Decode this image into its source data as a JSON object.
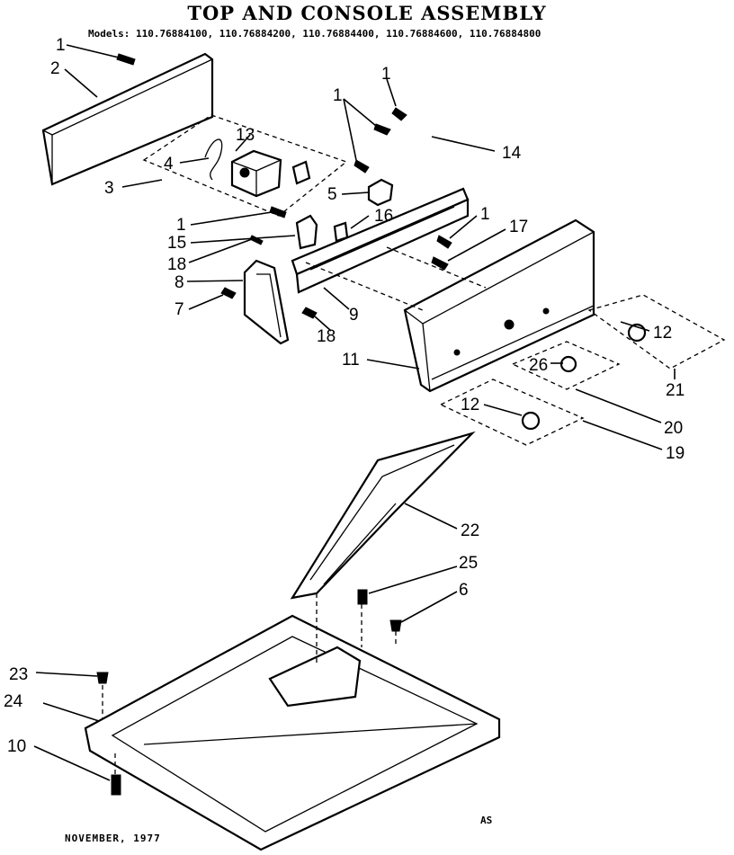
{
  "header": {
    "title": "TOP AND CONSOLE ASSEMBLY",
    "models": "Models: 110.76884100, 110.76884200, 110.76884400, 110.76884600, 110.76884800"
  },
  "footer": {
    "date": "NOVEMBER, 1977",
    "code": "AS"
  },
  "callouts": {
    "c1a": "1",
    "c2": "2",
    "c3": "3",
    "c4": "4",
    "c13": "13",
    "c1b": "1",
    "c1c": "1",
    "c14": "14",
    "c5": "5",
    "c16": "16",
    "c1d": "1",
    "c17": "17",
    "c1e": "1",
    "c15": "15",
    "c18a": "18",
    "c8": "8",
    "c7": "7",
    "c9": "9",
    "c18b": "18",
    "c11": "11",
    "c12a": "12",
    "c26": "26",
    "c21": "21",
    "c20": "20",
    "c12b": "12",
    "c19": "19",
    "c22": "22",
    "c25": "25",
    "c6": "6",
    "c23": "23",
    "c24": "24",
    "c10": "10"
  }
}
